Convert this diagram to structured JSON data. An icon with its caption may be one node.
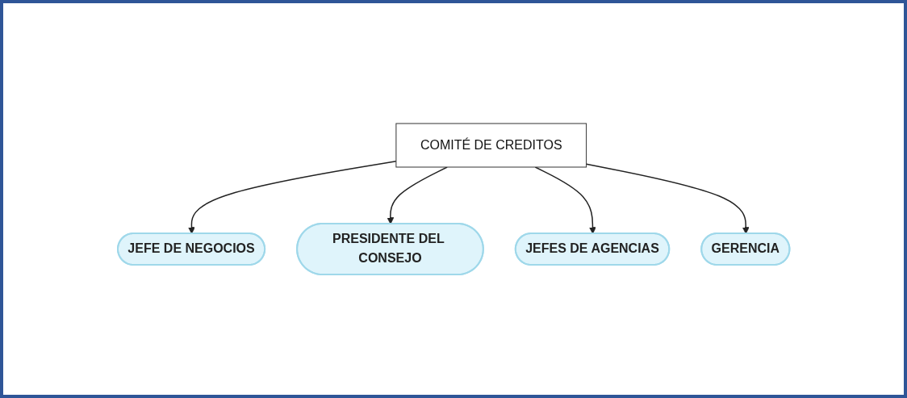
{
  "diagram": {
    "nodes": [
      {
        "text": [
          "JEFE DE NEGOCIOS"
        ]
      },
      {
        "text": [
          "PRESIDENTE DEL CONSEJO"
        ]
      },
      {
        "text": [
          "COMITÉ DE CREDITOS"
        ]
      },
      {
        "text": [
          "JEFES DE AGENCIAS"
        ]
      },
      {
        "text": [
          "GERENCIA"
        ]
      }
    ],
    "edges": [
      {
        "from": 2,
        "to": 0,
        "arrow": "to"
      },
      {
        "from": 2,
        "to": 1,
        "arrow": "to"
      },
      {
        "from": 2,
        "to": 3,
        "arrow": "to"
      },
      {
        "from": 2,
        "to": 4,
        "arrow": "to"
      }
    ]
  }
}
